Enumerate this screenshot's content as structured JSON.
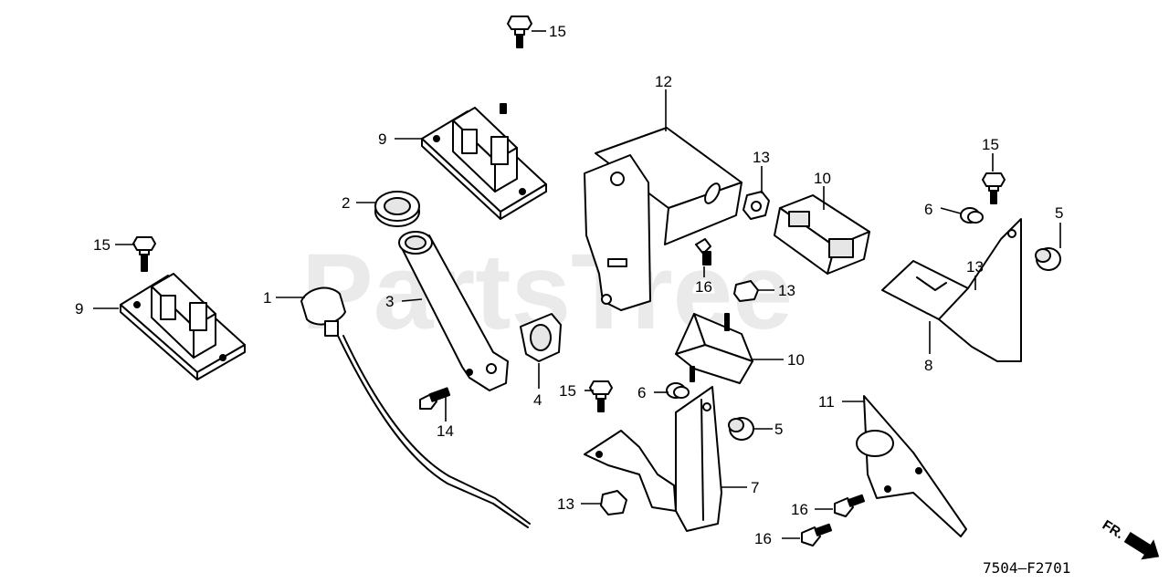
{
  "watermark": "PartsTree",
  "diagram_code": "7504–F2701",
  "direction_label": "FR.",
  "callouts": [
    {
      "id": "c15a",
      "text": "15"
    },
    {
      "id": "c12",
      "text": "12"
    },
    {
      "id": "c9a",
      "text": "9"
    },
    {
      "id": "c2",
      "text": "2"
    },
    {
      "id": "c13a",
      "text": "13"
    },
    {
      "id": "c10a",
      "text": "10"
    },
    {
      "id": "c15b",
      "text": "15"
    },
    {
      "id": "c6a",
      "text": "6"
    },
    {
      "id": "c5a",
      "text": "5"
    },
    {
      "id": "c15c",
      "text": "15"
    },
    {
      "id": "c16a",
      "text": "16"
    },
    {
      "id": "c13b",
      "text": "13"
    },
    {
      "id": "c13c",
      "text": "13"
    },
    {
      "id": "c9b",
      "text": "9"
    },
    {
      "id": "c1",
      "text": "1"
    },
    {
      "id": "c3",
      "text": "3"
    },
    {
      "id": "c10b",
      "text": "10"
    },
    {
      "id": "c8",
      "text": "8"
    },
    {
      "id": "c15d",
      "text": "15"
    },
    {
      "id": "c6b",
      "text": "6"
    },
    {
      "id": "c4",
      "text": "4"
    },
    {
      "id": "c14",
      "text": "14"
    },
    {
      "id": "c11",
      "text": "11"
    },
    {
      "id": "c5b",
      "text": "5"
    },
    {
      "id": "c7",
      "text": "7"
    },
    {
      "id": "c13d",
      "text": "13"
    },
    {
      "id": "c16b",
      "text": "16"
    },
    {
      "id": "c16c",
      "text": "16"
    }
  ]
}
